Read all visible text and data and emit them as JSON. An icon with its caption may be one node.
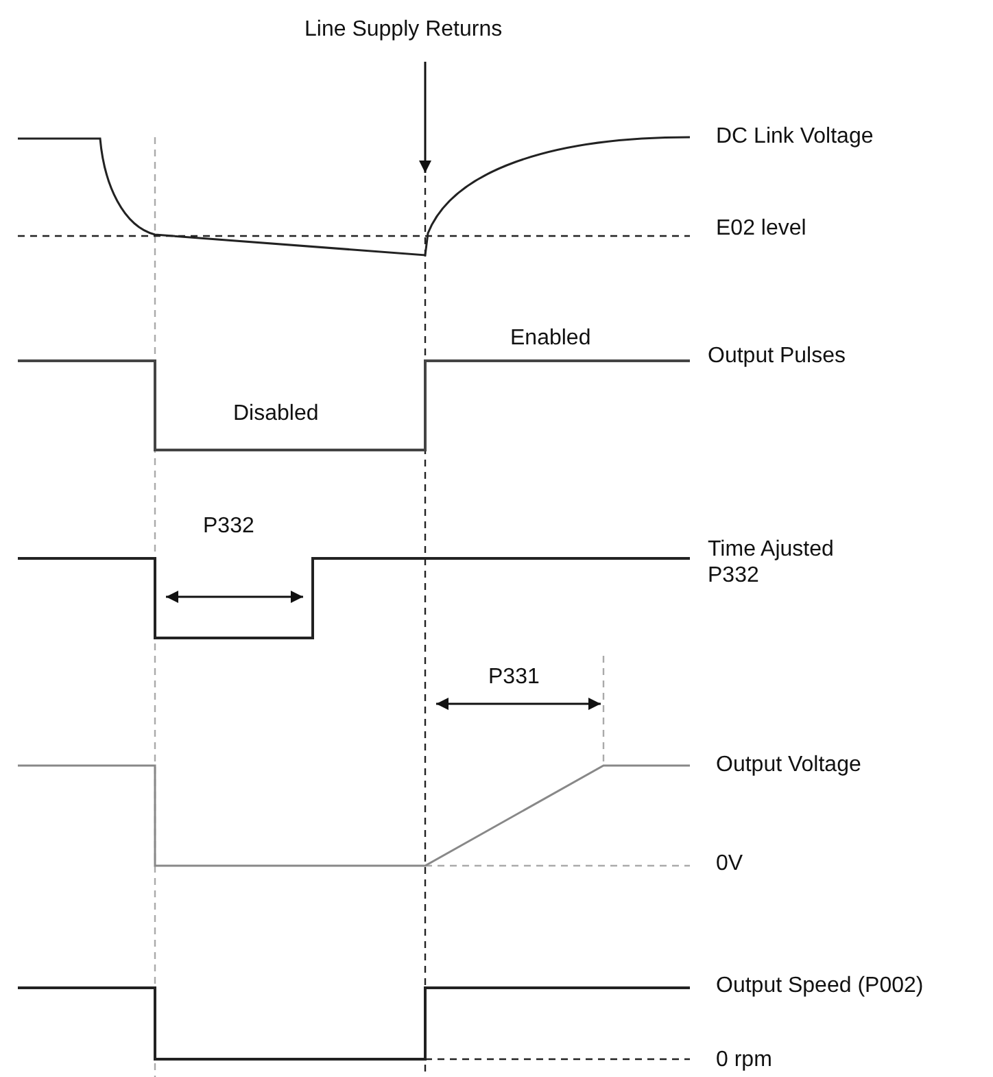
{
  "diagram": {
    "labels": [
      "Line Supply Returns",
      "DC Link Voltage",
      "E02 level",
      "Enabled",
      "Output Pulses",
      "Disabled",
      "P332",
      "Time Ajusted P332",
      "P331",
      "Output Voltage",
      "0V",
      "Output Speed (P002)",
      "0 rpm"
    ]
  }
}
